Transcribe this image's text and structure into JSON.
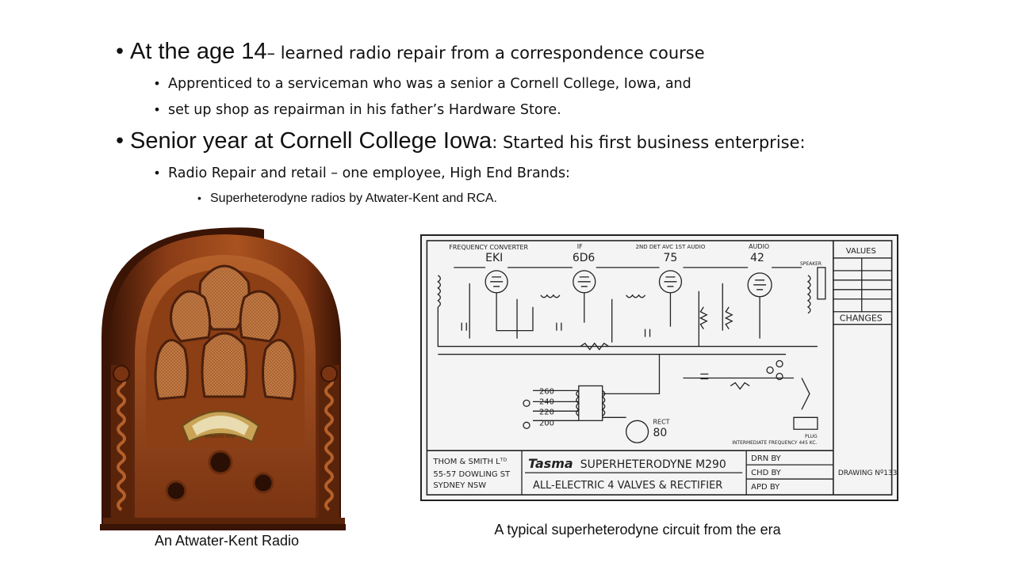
{
  "bullets": {
    "b1": {
      "head": "At the age 14",
      "rest": " – learned radio repair from a correspondence  course"
    },
    "b2": {
      "text": "Apprenticed to a serviceman who was a senior a Cornell College, Iowa, and"
    },
    "b3": {
      "text": "set up shop as repairman in his father’s Hardware Store."
    },
    "b4": {
      "head": "Senior year at Cornell College Iowa",
      "rest": ":  Started his first business enterprise:"
    },
    "b5": {
      "text": "Radio Repair and retail – one employee, High End Brands:"
    },
    "b6": {
      "text": "Superheterodyne radios by Atwater-Kent and RCA."
    }
  },
  "radio_figure": {
    "caption": "An Atwater-Kent Radio",
    "badge": "ATWATER KENT"
  },
  "schematic_figure": {
    "caption": "A typical superheterodyne circuit from the era",
    "labels": {
      "frequency_converter": "FREQUENCY CONVERTER",
      "if_label": "IF",
      "detector": "2ND DET AVC 1ST AUDIO",
      "audio": "AUDIO",
      "tube1": "EKI",
      "tube2": "6D6",
      "tube3": "75",
      "tube4": "42",
      "speaker": "SPEAKER",
      "values": "VALUES",
      "changes": "CHANGES",
      "intermediate_frequency": "INTERMEDIATE FREQUENCY 445 KC.",
      "rect": "RECT",
      "rect_tube": "80",
      "plug": "PLUG",
      "tap1": "260",
      "tap2": "240",
      "tap3": "220",
      "tap4": "200",
      "maker_line1": "THOM & SMITH Lᵀᴰ",
      "maker_line2": "55-57 DOWLING ST",
      "maker_line3": "SYDNEY NSW",
      "brand": "Tasma",
      "model": "SUPERHETERODYNE    M290",
      "spec": "ALL-ELECTRIC  4 VALVES  &  RECTIFIER",
      "drn": "DRN BY",
      "chd": "CHD BY",
      "apd": "APD BY",
      "drawing": "DRAWING Nº133"
    }
  },
  "colors": {
    "wood_dark": "#4a1f0c",
    "wood_mid": "#8a3c16",
    "wood_light": "#b5602a",
    "cloth": "#b06a3a",
    "gold": "#c9a356"
  }
}
